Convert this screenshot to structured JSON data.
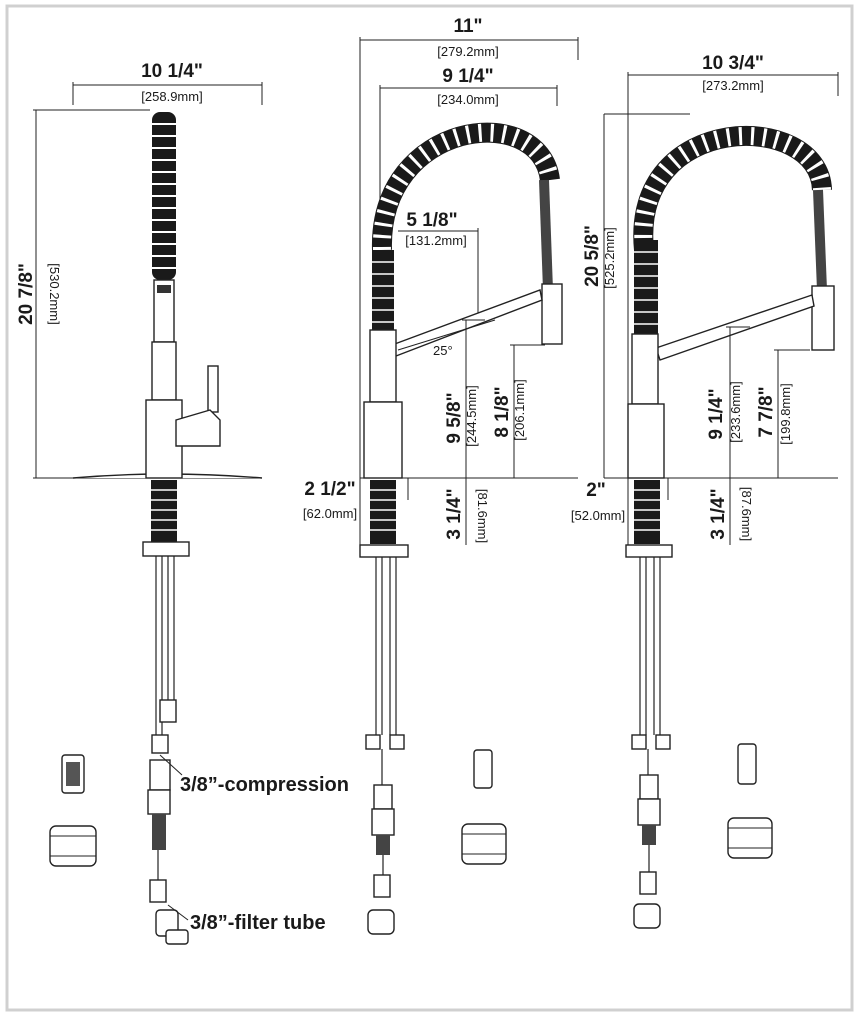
{
  "faucet_left": {
    "width_in": "10 1/4\"",
    "width_mm": "[258.9mm]",
    "height_in": "20 7/8\"",
    "height_mm": "[530.2mm]"
  },
  "faucet_middle": {
    "width_in": "11\"",
    "width_mm": "[279.2mm]",
    "reach_in": "9 1/4\"",
    "reach_mm": "[234.0mm]",
    "offset_in": "5 1/8\"",
    "offset_mm": "[131.2mm]",
    "angle": "25°",
    "spout_height_in": "9 5/8\"",
    "spout_height_mm": "[244.5mm]",
    "clearance_in": "8 1/8\"",
    "clearance_mm": "[206.1mm]",
    "base_dia_in": "2 1/2\"",
    "base_dia_mm": "[62.0mm]",
    "shank_in": "3 1/4\"",
    "shank_mm": "[81.6mm]"
  },
  "faucet_right": {
    "width_in": "10 3/4\"",
    "width_mm": "[273.2mm]",
    "height_in": "20 5/8\"",
    "height_mm": "[525.2mm]",
    "spout_height_in": "9 1/4\"",
    "spout_height_mm": "[233.6mm]",
    "clearance_in": "7 7/8\"",
    "clearance_mm": "[199.8mm]",
    "base_dia_in": "2\"",
    "base_dia_mm": "[52.0mm]",
    "shank_in": "3 1/4\"",
    "shank_mm": "[87.6mm]"
  },
  "callouts": {
    "compression": "3/8”-compression",
    "filter_tube": "3/8”-filter tube"
  }
}
